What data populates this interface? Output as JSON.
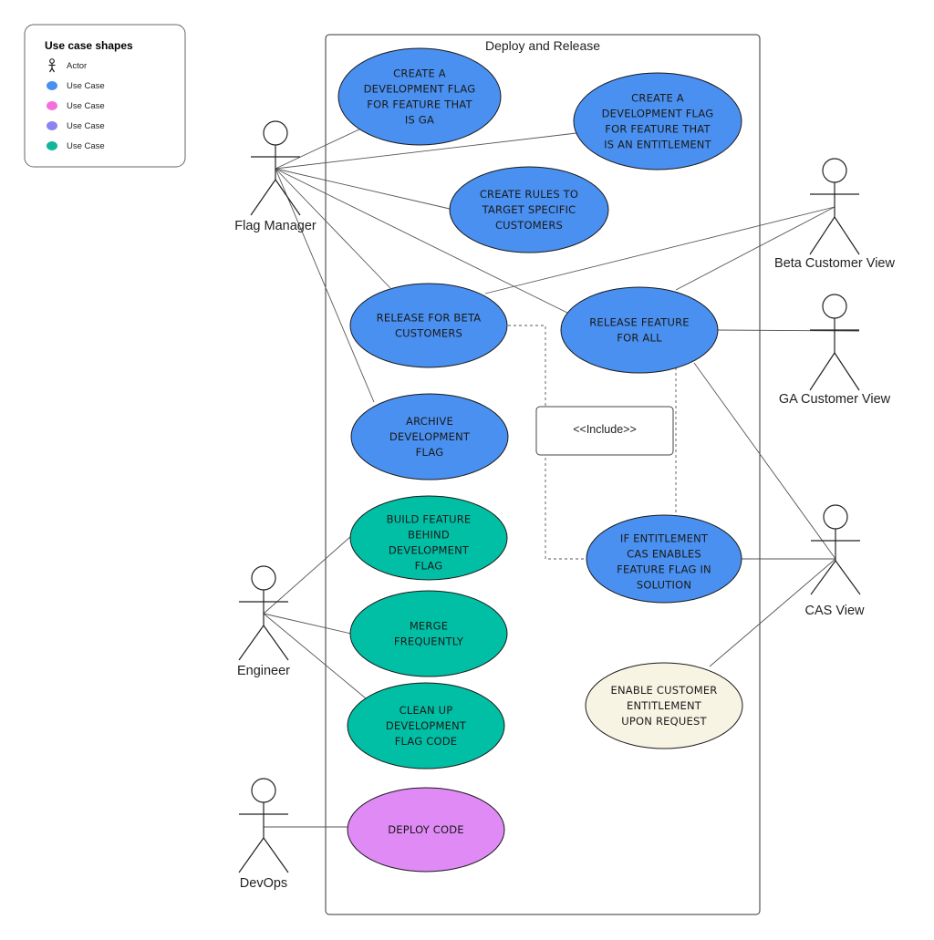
{
  "legend": {
    "title": "Use case shapes",
    "items": [
      {
        "label": "Actor",
        "icon": "actor-icon"
      },
      {
        "label": "Use Case",
        "color": "#4a90f0"
      },
      {
        "label": "Use Case",
        "color": "#f46fde"
      },
      {
        "label": "Use Case",
        "color": "#8b83f0"
      },
      {
        "label": "Use Case",
        "color": "#12b59a"
      }
    ]
  },
  "system": {
    "title": "Deploy and Release"
  },
  "actors": {
    "flag_manager": "Flag Manager",
    "engineer": "Engineer",
    "devops": "DevOps",
    "beta_customer": "Beta Customer View",
    "ga_customer": "GA Customer View",
    "cas": "CAS View"
  },
  "use_cases": {
    "create_flag_ga": [
      "CREATE A",
      "DEVELOPMENT FLAG",
      "FOR FEATURE THAT",
      "IS GA"
    ],
    "create_flag_entitlement": [
      "CREATE A",
      "DEVELOPMENT FLAG",
      "FOR FEATURE THAT",
      "IS AN ENTITLEMENT"
    ],
    "create_rules": [
      "CREATE RULES TO",
      "TARGET  SPECIFIC",
      "CUSTOMERS"
    ],
    "release_beta": [
      "RELEASE FOR BETA",
      "CUSTOMERS"
    ],
    "release_all": [
      "RELEASE FEATURE",
      "FOR ALL"
    ],
    "archive_flag": [
      "ARCHIVE",
      "DEVELOPMENT",
      "FLAG"
    ],
    "build_feature": [
      "BUILD FEATURE",
      "BEHIND",
      "DEVELOPMENT",
      "FLAG"
    ],
    "merge": [
      "MERGE",
      "FREQUENTLY"
    ],
    "clean_up": [
      "CLEAN UP",
      "DEVELOPMENT",
      "FLAG CODE"
    ],
    "deploy_code": [
      "DEPLOY CODE"
    ],
    "if_entitlement": [
      "IF ENTITLEMENT",
      "CAS ENABLES",
      "FEATURE FLAG IN",
      "SOLUTION"
    ],
    "enable_entitlement": [
      "ENABLE CUSTOMER",
      "ENTITLEMENT",
      "UPON REQUEST"
    ]
  },
  "include_label": "<<Include>>",
  "colors": {
    "blue": "#4a90f0",
    "teal": "#00bfa5",
    "purple": "#e08af5",
    "cream": "#f7f4e4",
    "stroke": "#1a1a1a"
  }
}
